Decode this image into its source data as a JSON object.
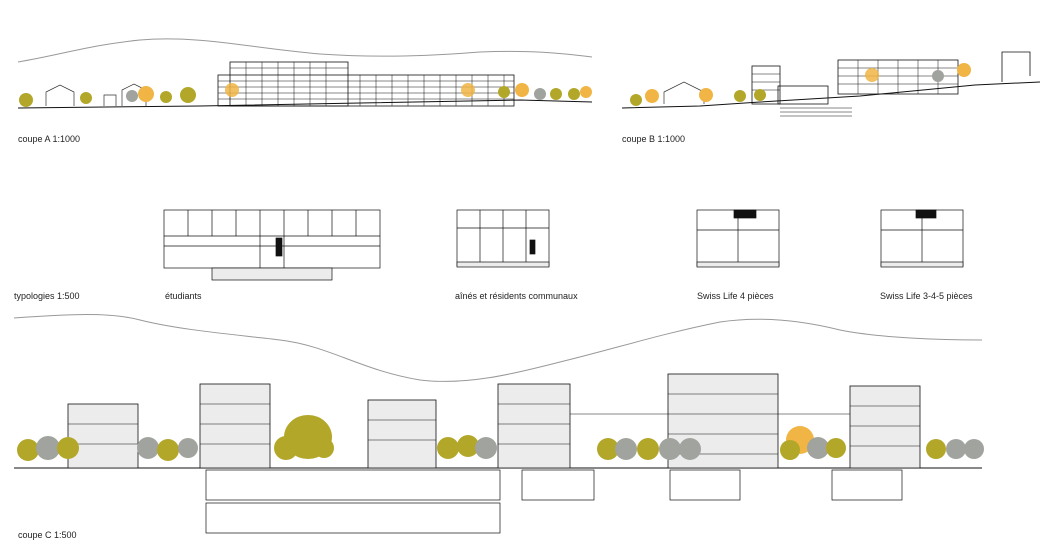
{
  "labels": {
    "coupe_a": "coupe A 1:1000",
    "coupe_b": "coupe B 1:1000",
    "typologies": "typologies 1:500",
    "etudiants": "étudiants",
    "aines": "aînés et résidents communaux",
    "swisslife4": "Swiss Life 4 pièces",
    "swisslife345": "Swiss Life 3-4-5 pièces",
    "coupe_c": "coupe C 1:500"
  },
  "colors": {
    "olive_tree": "#b3a72a",
    "grey_tree": "#a0a39e",
    "orange_tree": "#f0b545",
    "building_fill": "#ececec",
    "line": "#111111",
    "terrain": "#999999"
  }
}
